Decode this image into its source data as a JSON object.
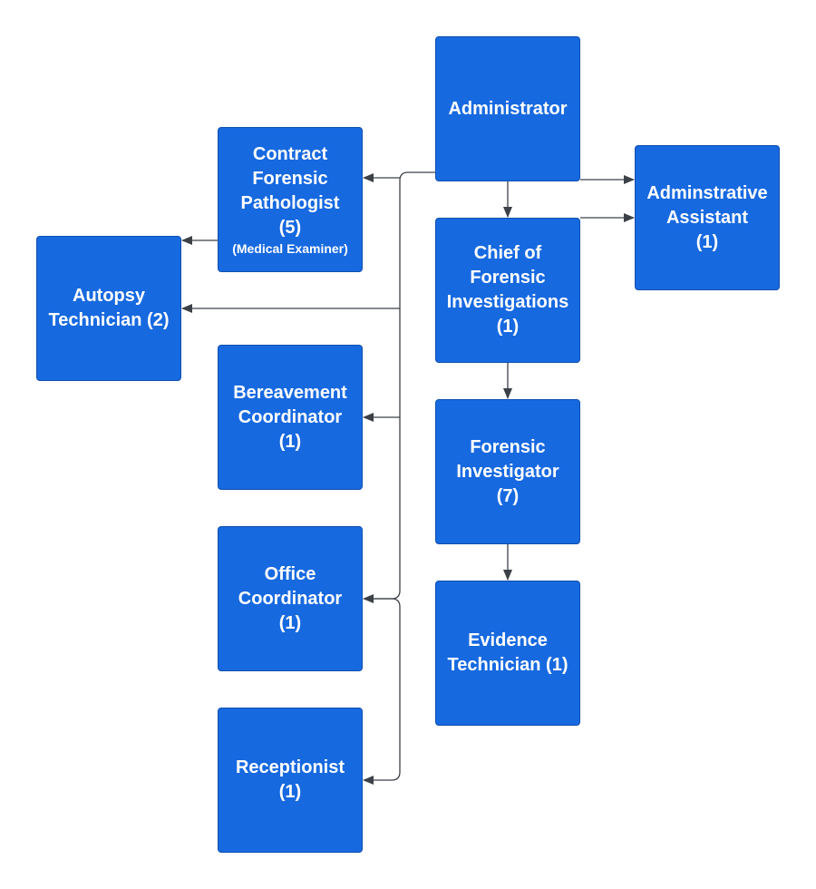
{
  "nodes": {
    "administrator": {
      "title": "Administrator"
    },
    "contract_pathologist": {
      "title": "Contract Forensic Pathologist",
      "count": "(5)",
      "subtitle": "(Medical Examiner)"
    },
    "administrative_assistant": {
      "title": "Adminstrative Assistant",
      "count": "(1)"
    },
    "chief": {
      "title": "Chief of Forensic Investigations",
      "count": "(1)"
    },
    "autopsy_technician": {
      "title": "Autopsy Technician (2)"
    },
    "bereavement_coordinator": {
      "title": "Bereavement Coordinator",
      "count": "(1)"
    },
    "forensic_investigator": {
      "title": "Forensic Investigator",
      "count": "(7)"
    },
    "office_coordinator": {
      "title": "Office Coordinator",
      "count": "(1)"
    },
    "evidence_technician": {
      "title": "Evidence Technician (1)"
    },
    "receptionist": {
      "title": "Receptionist",
      "count": "(1)"
    }
  },
  "edges": [
    {
      "from": "administrator",
      "to": "contract_pathologist"
    },
    {
      "from": "administrator",
      "to": "autopsy_technician"
    },
    {
      "from": "administrator",
      "to": "bereavement_coordinator"
    },
    {
      "from": "administrator",
      "to": "office_coordinator"
    },
    {
      "from": "administrator",
      "to": "administrative_assistant"
    },
    {
      "from": "administrator",
      "to": "chief"
    },
    {
      "from": "chief",
      "to": "administrative_assistant"
    },
    {
      "from": "chief",
      "to": "forensic_investigator"
    },
    {
      "from": "forensic_investigator",
      "to": "evidence_technician"
    },
    {
      "from": "contract_pathologist",
      "to": "autopsy_technician"
    },
    {
      "from": "office_coordinator",
      "to": "receptionist"
    }
  ],
  "colors": {
    "node_fill": "#1769e0",
    "node_border": "#0f4fae",
    "node_text": "#ffffff",
    "connector": "#3c4047"
  }
}
